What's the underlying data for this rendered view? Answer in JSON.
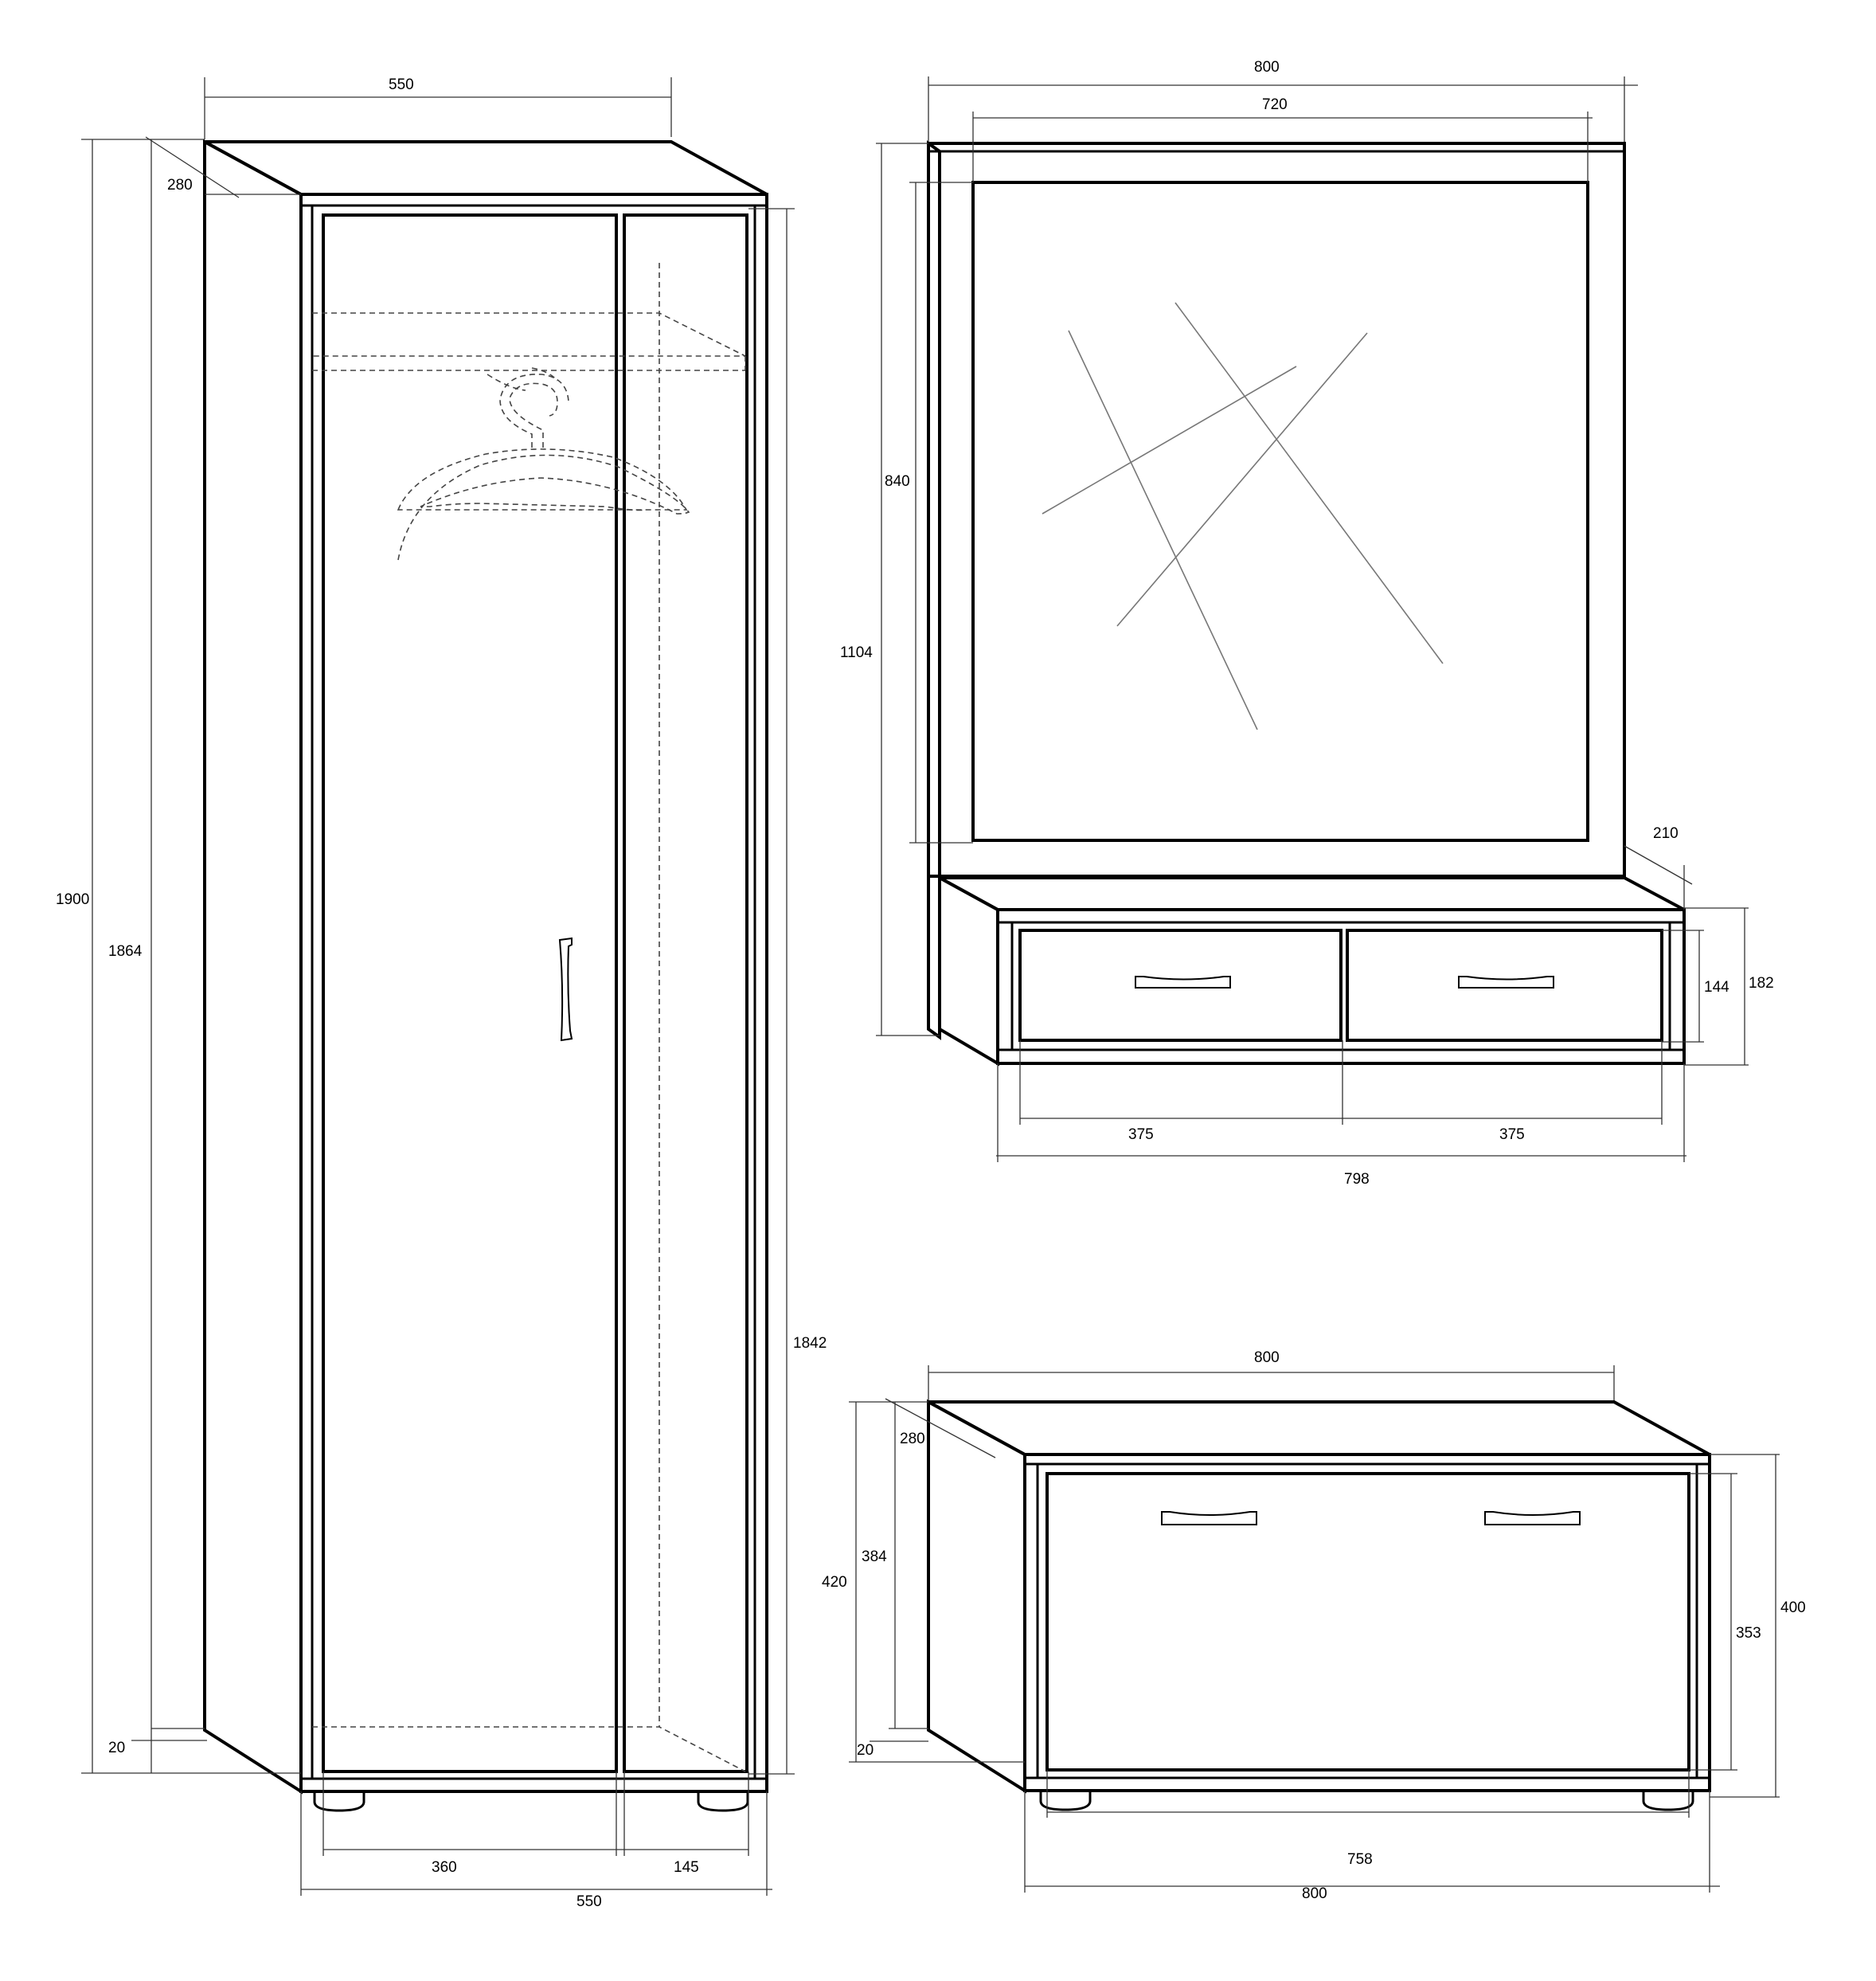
{
  "wardrobe": {
    "dims": {
      "top_width": "550",
      "depth": "280",
      "total_height": "1900",
      "body_height": "1864",
      "plinth": "20",
      "door_height": "1842",
      "door_width": "360",
      "shelf_width": "145",
      "bottom_width": "550"
    }
  },
  "mirror_unit": {
    "dims": {
      "outer_width": "800",
      "inner_width": "720",
      "mirror_height": "840",
      "total_height": "1104",
      "shelf_depth": "210",
      "drawer_height": "144",
      "shelf_height": "182",
      "drawer_left_width": "375",
      "drawer_right_width": "375",
      "shelf_width": "798"
    }
  },
  "shoe_cabinet": {
    "dims": {
      "top_width": "800",
      "depth": "280",
      "body_height": "384",
      "total_height": "420",
      "plinth": "20",
      "front_height": "353",
      "height_right": "400",
      "front_width": "758",
      "bottom_width": "800"
    }
  }
}
